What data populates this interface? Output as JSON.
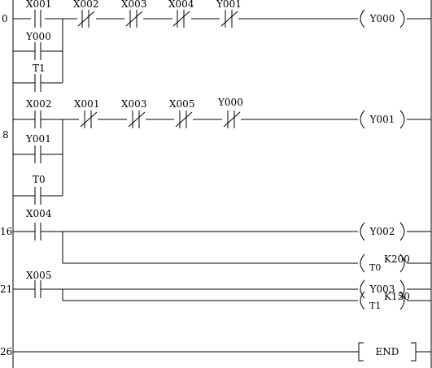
{
  "rungs": [
    {
      "step": "0",
      "series_contacts": [
        {
          "label": "X001",
          "type": "NO"
        },
        {
          "label": "X002",
          "type": "NC"
        },
        {
          "label": "X003",
          "type": "NC"
        },
        {
          "label": "X004",
          "type": "NC"
        },
        {
          "label": "Y001",
          "type": "NC"
        }
      ],
      "parallel_contacts": [
        {
          "label": "Y000",
          "type": "NO"
        },
        {
          "label": "T1",
          "type": "NO"
        }
      ],
      "outputs": [
        {
          "label": "Y000",
          "kind": "coil"
        }
      ]
    },
    {
      "step": "8",
      "series_contacts": [
        {
          "label": "X002",
          "type": "NO"
        },
        {
          "label": "X001",
          "type": "NC"
        },
        {
          "label": "X003",
          "type": "NC"
        },
        {
          "label": "X005",
          "type": "NC"
        },
        {
          "label": "Y000",
          "type": "NC"
        }
      ],
      "parallel_contacts": [
        {
          "label": "Y001",
          "type": "NO"
        },
        {
          "label": "T0",
          "type": "NO"
        }
      ],
      "outputs": [
        {
          "label": "Y001",
          "kind": "coil"
        }
      ]
    },
    {
      "step": "16",
      "series_contacts": [
        {
          "label": "X004",
          "type": "NO"
        }
      ],
      "parallel_contacts": [],
      "outputs": [
        {
          "label": "Y002",
          "kind": "coil"
        },
        {
          "label": "T0",
          "kind": "timer",
          "setting": "K200"
        }
      ]
    },
    {
      "step": "21",
      "series_contacts": [
        {
          "label": "X005",
          "type": "NO"
        }
      ],
      "parallel_contacts": [],
      "outputs": [
        {
          "label": "Y003",
          "kind": "coil"
        },
        {
          "label": "T1",
          "kind": "timer",
          "setting": "K150"
        }
      ]
    },
    {
      "step": "26",
      "series_contacts": [],
      "parallel_contacts": [],
      "outputs": [
        {
          "label": "END",
          "kind": "end"
        }
      ]
    }
  ]
}
